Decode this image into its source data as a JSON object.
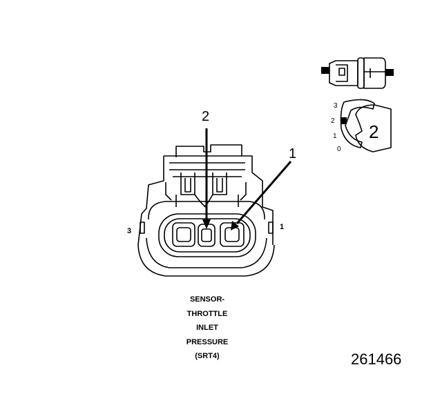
{
  "connector": {
    "pin_left_label": "3",
    "pin_right_label": "1",
    "callout_pin2": "2",
    "callout_pin1": "1"
  },
  "lock_indicator": {
    "positions": [
      "3",
      "2",
      "1",
      "0"
    ],
    "selected_position": "2",
    "lock_number": "2"
  },
  "caption": {
    "lines": [
      "SENSOR-",
      "THROTTLE",
      "INLET",
      "PRESSURE",
      "(SRT4)"
    ]
  },
  "figure_number": "261466",
  "colors": {
    "ink": "#000000",
    "paper": "#ffffff"
  }
}
